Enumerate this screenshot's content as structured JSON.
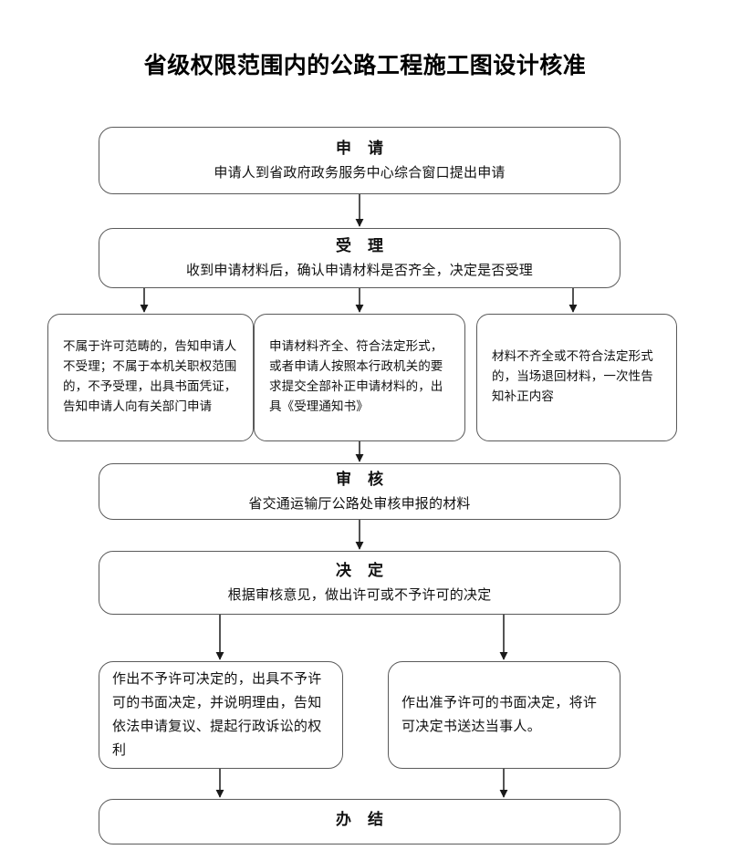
{
  "page": {
    "title": "省级权限范围内的公路工程施工图设计核准",
    "background_color": "#ffffff",
    "line_color": "#5a5a5a",
    "text_color": "#111111"
  },
  "flowchart": {
    "type": "process-flow",
    "orientation": "top-to-bottom",
    "nodes": [
      {
        "id": "apply",
        "heading": "申  请",
        "body": "申请人到省政府政务服务中心综合窗口提出申请"
      },
      {
        "id": "accept",
        "heading": "受  理",
        "body": "收到申请材料后，确认申请材料是否齐全，决定是否受理"
      },
      {
        "id": "branch1",
        "heading": "",
        "body": "不属于许可范畴的，告知申请人不受理；不属于本机关职权范围的，不予受理，出具书面凭证，告知申请人向有关部门申请"
      },
      {
        "id": "branch2",
        "heading": "",
        "body": "申请材料齐全、符合法定形式，或者申请人按照本行政机关的要求提交全部补正申请材料的，出具《受理通知书》"
      },
      {
        "id": "branch3",
        "heading": "",
        "body": "材料不齐全或不符合法定形式的，当场退回材料，一次性告知补正内容"
      },
      {
        "id": "review",
        "heading": "审  核",
        "body": "省交通运输厅公路处审核申报的材料"
      },
      {
        "id": "decide",
        "heading": "决  定",
        "body": "根据审核意见，做出许可或不予许可的决定"
      },
      {
        "id": "deny",
        "heading": "",
        "body": "作出不予许可决定的，出具不予许可的书面决定，并说明理由，告知依法申请复议、提起行政诉讼的权利"
      },
      {
        "id": "grant",
        "heading": "",
        "body": "作出准予许可的书面决定，将许可决定书送达当事人。"
      },
      {
        "id": "done",
        "heading": "办  结",
        "body": ""
      }
    ],
    "edges": [
      {
        "from": "apply",
        "to": "accept"
      },
      {
        "from": "accept",
        "to": "branch1"
      },
      {
        "from": "accept",
        "to": "branch2"
      },
      {
        "from": "accept",
        "to": "branch3"
      },
      {
        "from": "branch2",
        "to": "review"
      },
      {
        "from": "review",
        "to": "decide"
      },
      {
        "from": "decide",
        "to": "deny"
      },
      {
        "from": "decide",
        "to": "grant"
      },
      {
        "from": "deny",
        "to": "done"
      },
      {
        "from": "grant",
        "to": "done"
      }
    ]
  }
}
